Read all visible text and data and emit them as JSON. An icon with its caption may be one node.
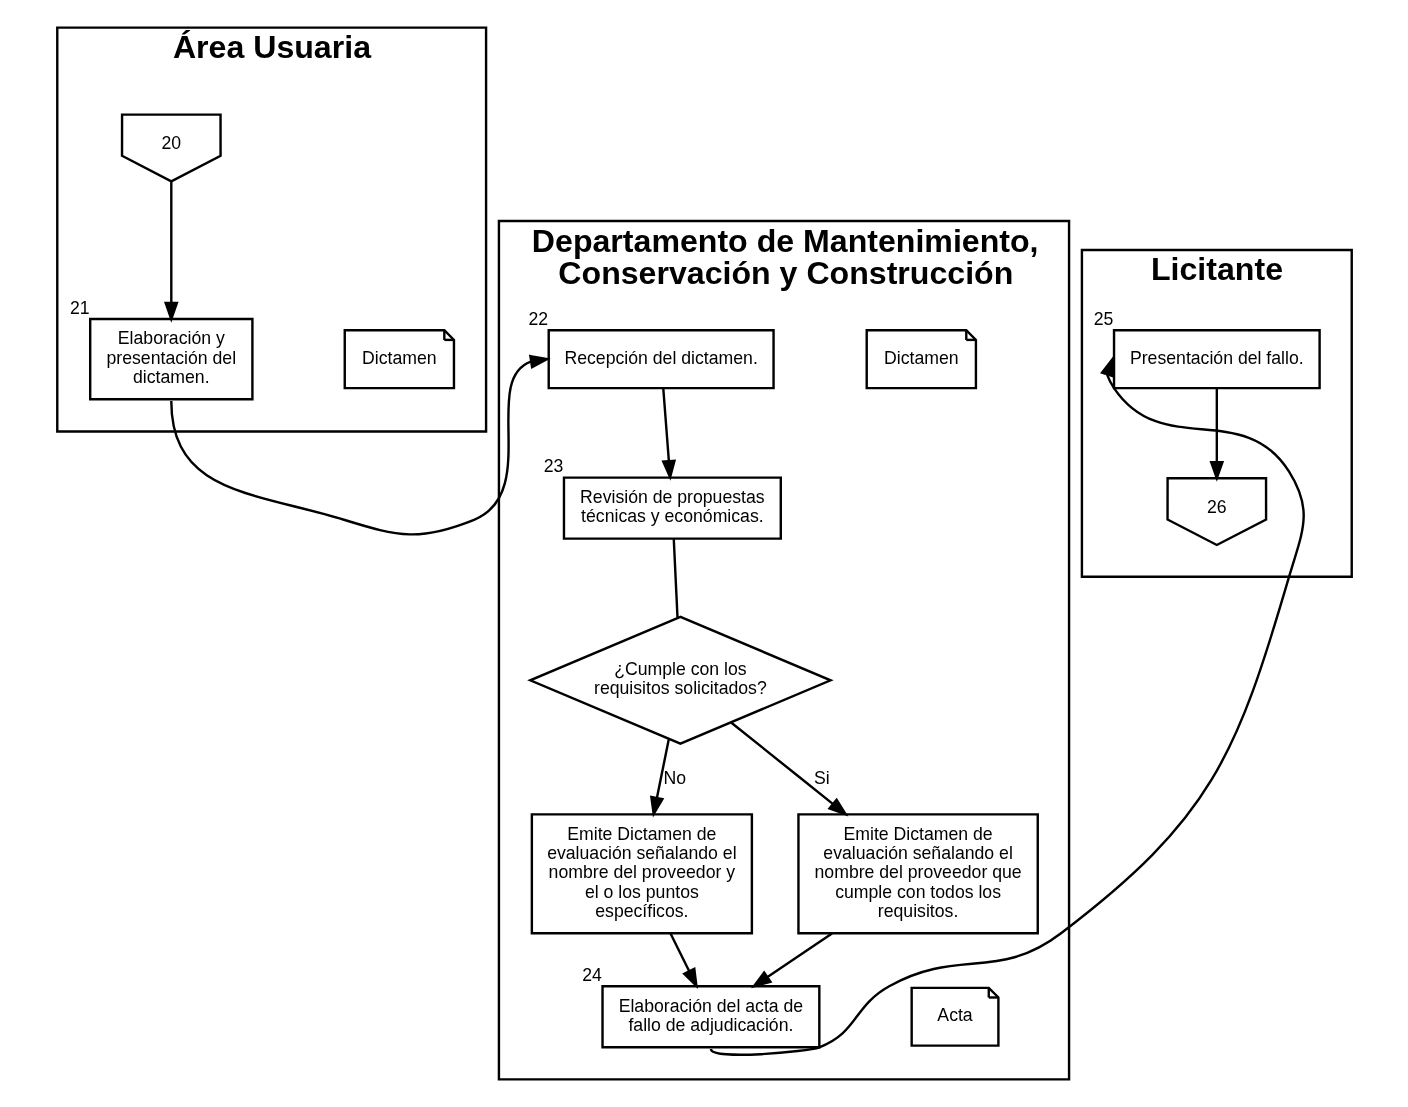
{
  "diagram": {
    "nodes": [
      {
        "text": [
          "Área Usuaria"
        ]
      },
      {
        "text": [
          "Departamento de Mantenimiento, Conservación y Construcción"
        ]
      },
      {
        "text": [
          "Licitante"
        ]
      },
      {
        "text": [
          "20"
        ],
        "in": 0
      },
      {
        "text": [
          "Elaboración y presentación del dictamen."
        ],
        "beside": [
          "21"
        ],
        "in": 0
      },
      {
        "text": [
          "Dictamen"
        ],
        "in": 0
      },
      {
        "text": [
          "Recepción del dictamen."
        ],
        "beside": [
          "22"
        ],
        "in": 1
      },
      {
        "text": [
          "Dictamen"
        ],
        "in": 1
      },
      {
        "text": [
          "Revisión de propuestas técnicas y económicas."
        ],
        "beside": [
          "23"
        ],
        "in": 1
      },
      {
        "text": [
          "¿Cumple con los requisitos solicitados?"
        ],
        "in": 1
      },
      {
        "text": [
          "Emite Dictamen de evaluación señalando el nombre del proveedor y el o los puntos específicos."
        ],
        "in": 1
      },
      {
        "text": [
          "Emite Dictamen de evaluación señalando el nombre del proveedor que cumple con todos los requisitos."
        ],
        "in": 1
      },
      {
        "text": [
          "Elaboración del acta de fallo de adjudicación."
        ],
        "beside": [
          "24"
        ],
        "in": 1
      },
      {
        "text": [
          "Acta"
        ],
        "in": 1
      },
      {
        "text": [
          "Presentación del fallo."
        ],
        "beside": [
          "25"
        ],
        "in": 2
      },
      {
        "text": [
          "26"
        ],
        "in": 2
      }
    ],
    "edges": [
      {
        "from": 3,
        "to": 4,
        "arrow": "to"
      },
      {
        "from": 4,
        "to": 6,
        "arrow": "to"
      },
      {
        "from": 6,
        "to": 8,
        "arrow": "to"
      },
      {
        "from": 8,
        "to": 9,
        "arrow": "none"
      },
      {
        "from": 9,
        "to": 10,
        "label": "No",
        "arrow": "to"
      },
      {
        "from": 9,
        "to": 11,
        "label": "Si",
        "arrow": "to"
      },
      {
        "from": 10,
        "to": 12,
        "arrow": "to"
      },
      {
        "from": 11,
        "to": 12,
        "arrow": "to"
      },
      {
        "from": 12,
        "to": 14,
        "arrow": "to"
      },
      {
        "from": 14,
        "to": 15,
        "arrow": "to"
      }
    ]
  }
}
